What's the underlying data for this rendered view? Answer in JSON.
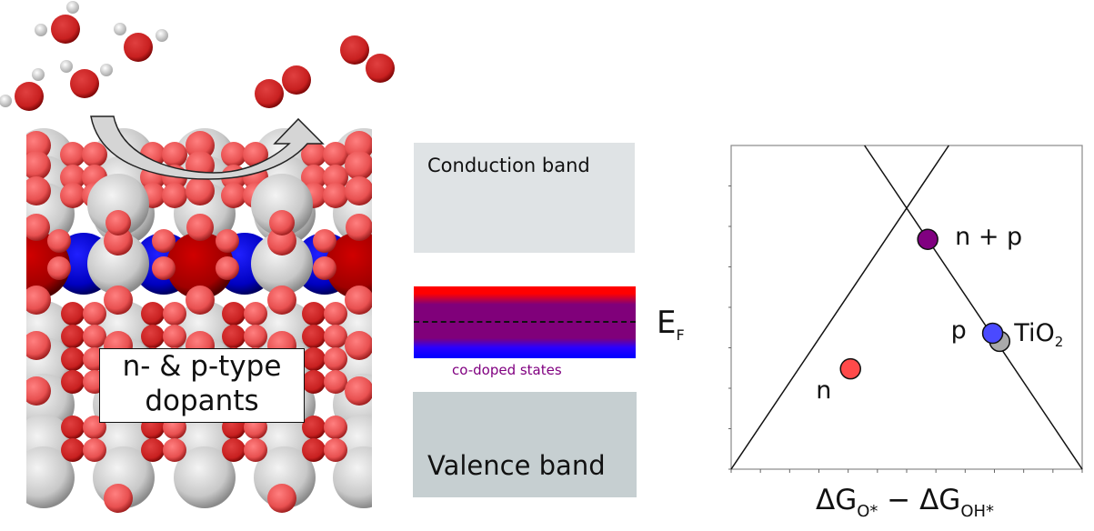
{
  "molecular_panel": {
    "dopant_label_line1": "n- & p-type",
    "dopant_label_line2": "dopants",
    "colors": {
      "ti_atom": "#d0d0d0",
      "o_atom": "#ee5555",
      "n_dopant": "#b00000",
      "p_dopant": "#0000cc",
      "h_atom": "#d8d8d8",
      "reactant_o": "#d42020"
    },
    "arrow_icon": "curved-arrow-reaction"
  },
  "band_diagram": {
    "conduction_band_label": "Conduction band",
    "valence_band_label": "Valence band",
    "codoped_label": "co-doped states",
    "fermi_label": "E",
    "fermi_sub": "F",
    "colors": {
      "conduction_band": "#dfe3e5",
      "valence_band": "#c6cfd1",
      "gradient_top": "#ff0000",
      "gradient_mid": "#80007a",
      "gradient_bottom": "#0000ff",
      "codoped_text": "#800080"
    }
  },
  "chart_data": {
    "type": "scatter",
    "title": "",
    "xlabel": "ΔG_O* − ΔG_OH*",
    "xlabel_parts": {
      "a": "ΔG",
      "a_sub": "O*",
      "minus": " − ΔG",
      "b_sub": "OH*"
    },
    "ylabel": "",
    "x_tick_count": 13,
    "y_tick_count": 8,
    "tick_labels_shown": false,
    "xlim": [
      0,
      1
    ],
    "ylim": [
      0,
      1
    ],
    "grid": false,
    "volcano_lines": [
      {
        "name": "left-branch",
        "from": [
          0.0,
          0.0
        ],
        "to": [
          0.62,
          1.0
        ]
      },
      {
        "name": "right-branch",
        "from": [
          0.38,
          1.0
        ],
        "to": [
          1.0,
          0.0
        ]
      }
    ],
    "points": [
      {
        "label": "n + p",
        "x": 0.56,
        "y": 0.71,
        "color": "#800080"
      },
      {
        "label": "p",
        "x": 0.745,
        "y": 0.42,
        "color": "#4a4aff"
      },
      {
        "label": "TiO",
        "label_sub": "2",
        "x": 0.765,
        "y": 0.395,
        "color": "#aaaaaa"
      },
      {
        "label": "n",
        "x": 0.34,
        "y": 0.31,
        "color": "#ff4a4a"
      }
    ]
  }
}
